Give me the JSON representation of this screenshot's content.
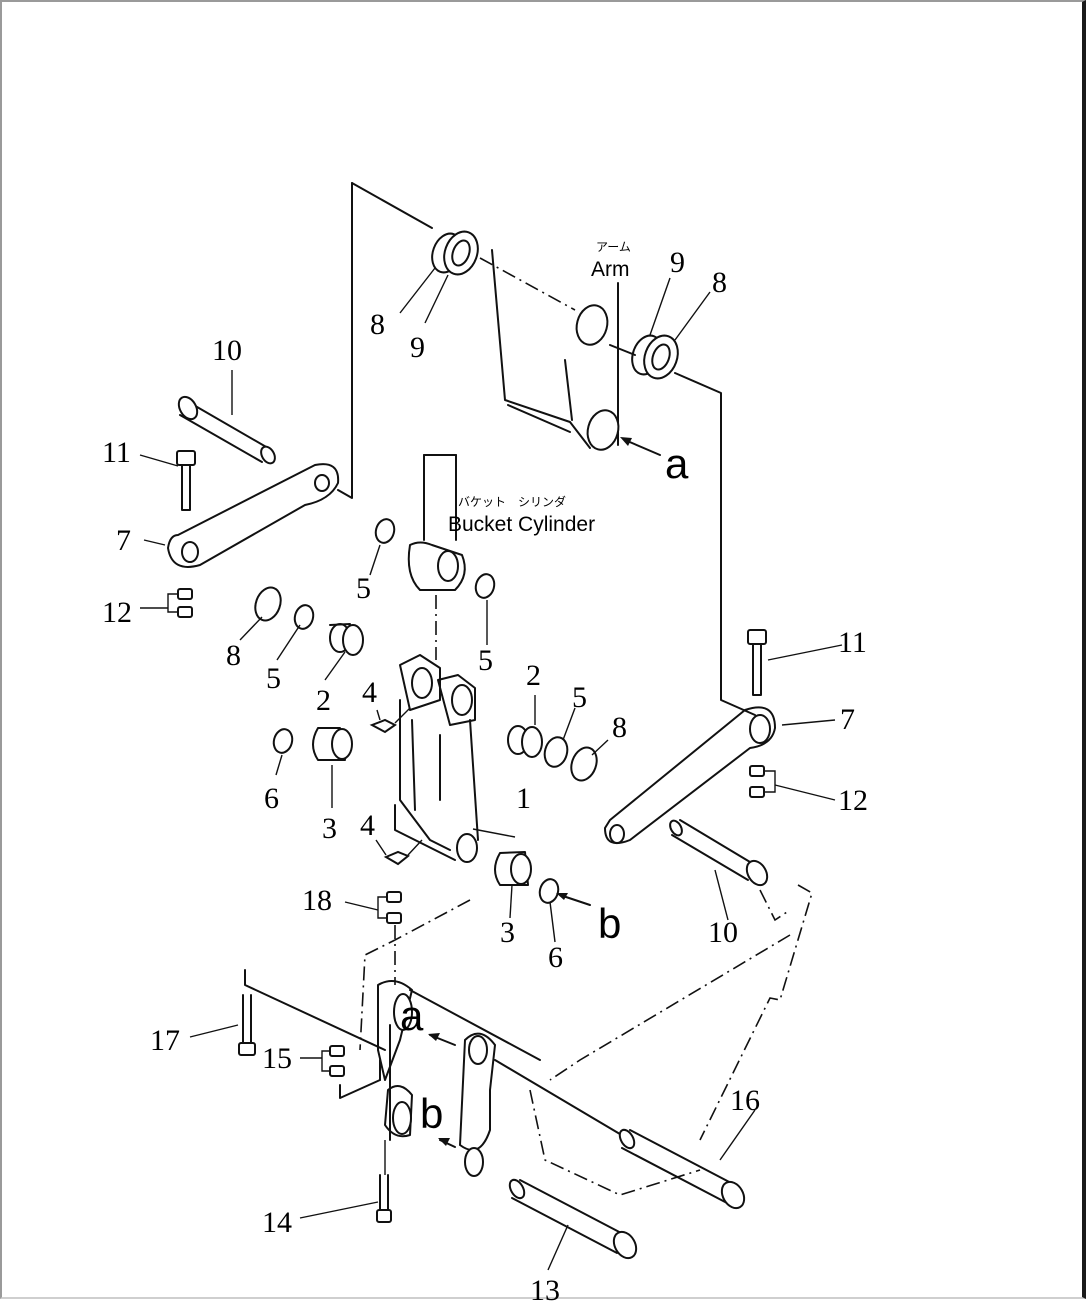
{
  "diagram": {
    "type": "exploded parts diagram",
    "subject": "Bucket link assembly",
    "captions": {
      "arm_jp": "アーム",
      "arm_en": "Arm",
      "bucket_cylinder_jp": "バケット　シリンダ",
      "bucket_cylinder_en": "Bucket Cylinder"
    },
    "reference_marks": [
      "a",
      "b"
    ],
    "callouts": [
      {
        "part": "1",
        "name": "link"
      },
      {
        "part": "2",
        "name": "bushing"
      },
      {
        "part": "3",
        "name": "bushing"
      },
      {
        "part": "4",
        "name": "grease fitting"
      },
      {
        "part": "5",
        "name": "seal"
      },
      {
        "part": "6",
        "name": "seal"
      },
      {
        "part": "7",
        "name": "link"
      },
      {
        "part": "8",
        "name": "shim"
      },
      {
        "part": "9",
        "name": "seal"
      },
      {
        "part": "10",
        "name": "pin"
      },
      {
        "part": "11",
        "name": "bolt"
      },
      {
        "part": "12",
        "name": "nut"
      },
      {
        "part": "13",
        "name": "pin"
      },
      {
        "part": "14",
        "name": "bolt"
      },
      {
        "part": "15",
        "name": "nut"
      },
      {
        "part": "16",
        "name": "pin"
      },
      {
        "part": "17",
        "name": "bolt"
      },
      {
        "part": "18",
        "name": "nut"
      }
    ],
    "labels": {
      "l1": "1",
      "l2a": "2",
      "l2b": "2",
      "l3a": "3",
      "l3b": "3",
      "l4a": "4",
      "l4b": "4",
      "l5a": "5",
      "l5b": "5",
      "l5c": "5",
      "l5d": "5",
      "l6a": "6",
      "l6b": "6",
      "l7a": "7",
      "l7b": "7",
      "l8a": "8",
      "l8b": "8",
      "l8c": "8",
      "l8d": "8",
      "l9a": "9",
      "l9b": "9",
      "l10a": "10",
      "l10b": "10",
      "l11a": "11",
      "l11b": "11",
      "l12a": "12",
      "l12b": "12",
      "l13": "13",
      "l14": "14",
      "l15": "15",
      "l16": "16",
      "l17": "17",
      "l18": "18",
      "ref_a_top": "a",
      "ref_b_mid": "b",
      "ref_a_bottom": "a",
      "ref_b_bottom": "b"
    }
  }
}
